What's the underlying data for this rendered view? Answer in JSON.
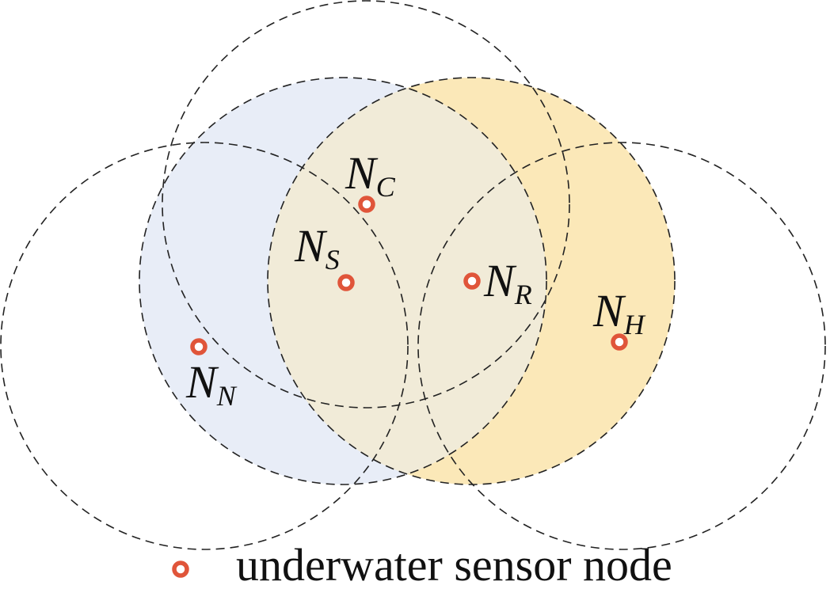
{
  "colors": {
    "node_stroke": "#e0553a",
    "node_fill": "#ffffff",
    "range_stroke": "#222222",
    "sender_area": "#e8edf7",
    "relay_area": "#fbe8b8"
  },
  "nodes": [
    {
      "id": "S",
      "base": "N",
      "sub": "S"
    },
    {
      "id": "C",
      "base": "N",
      "sub": "C"
    },
    {
      "id": "R",
      "base": "N",
      "sub": "R"
    },
    {
      "id": "H",
      "base": "N",
      "sub": "H"
    },
    {
      "id": "N",
      "base": "N",
      "sub": "N"
    }
  ],
  "legend": {
    "text": "underwater sensor node",
    "icon": "sensor-node-circle-icon"
  }
}
